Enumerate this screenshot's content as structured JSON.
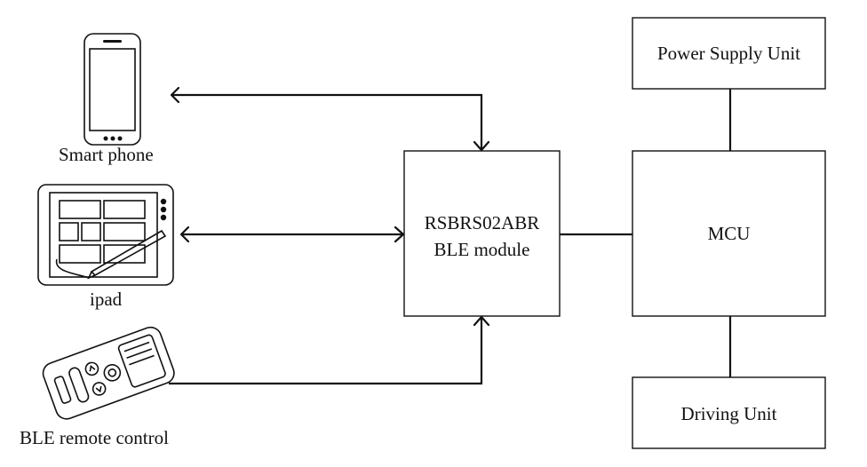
{
  "devices": {
    "phone_label": "Smart phone",
    "ipad_label": "ipad",
    "remote_label": "BLE remote control"
  },
  "blocks": {
    "ble_module_line1": "RSBRS02ABR",
    "ble_module_line2": "BLE module",
    "mcu": "MCU",
    "power_supply": "Power Supply Unit",
    "driving_unit": "Driving Unit"
  }
}
